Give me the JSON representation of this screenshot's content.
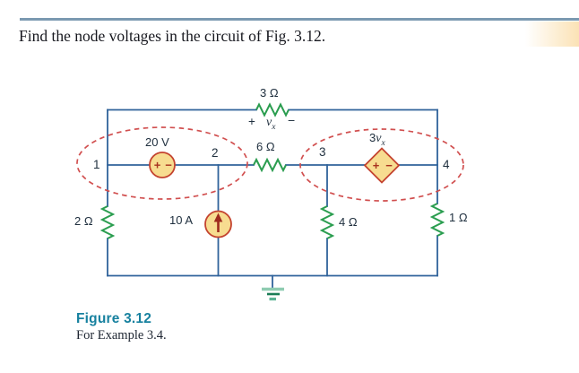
{
  "page": {
    "problem": "Find the node voltages in the circuit of Fig. 3.12."
  },
  "figure": {
    "label": "Figure 3.12",
    "caption": "For Example 3.4."
  },
  "circuit": {
    "nodes": [
      "1",
      "2",
      "3",
      "4"
    ],
    "resistors": {
      "top": "3 Ω",
      "middle": "6 Ω",
      "left": "2 Ω",
      "center": "4 Ω",
      "right": "1 Ω"
    },
    "sources": {
      "voltage": {
        "label": "20 V",
        "plus": "+",
        "minus": "−"
      },
      "current": {
        "label": "10 A"
      },
      "dependent": {
        "coef": "3",
        "var": "v",
        "sub": "x",
        "plus": "+",
        "minus": "−"
      }
    },
    "vx_marking": {
      "plus": "+",
      "var": "v",
      "sub": "x",
      "minus": "−"
    }
  },
  "colors": {
    "wire": "#30639b",
    "resistor": "#2a9d4f",
    "dash": "#d14f4f",
    "source_fill": "#f7dc90",
    "source_stroke": "#c4432f",
    "source_mark": "#a8321f",
    "arrow": "#9e2a1e",
    "text": "#20303f",
    "fig_teal": "#17819f",
    "rule": "#7b99b1",
    "beige": "#fbe2b5",
    "ground_light": "#8fccb1",
    "ground_dark": "#1b7d57",
    "ground_mid": "#5bb394"
  }
}
